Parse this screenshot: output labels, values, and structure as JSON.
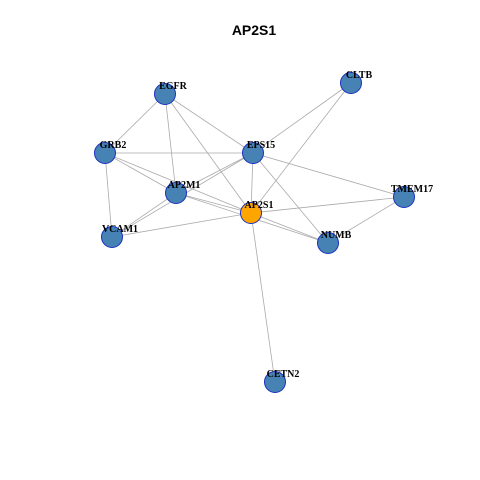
{
  "title": "AP2S1",
  "colors": {
    "default_node": "#4682b4",
    "focus_node": "#ffa500",
    "node_border": "#1a2fbf",
    "edge": "#aaaaaa"
  },
  "nodes": [
    {
      "id": "AP2S1",
      "label": "AP2S1",
      "focus": true
    },
    {
      "id": "EGFR",
      "label": "EGFR",
      "focus": false
    },
    {
      "id": "CLTB",
      "label": "CLTB",
      "focus": false
    },
    {
      "id": "GRB2",
      "label": "GRB2",
      "focus": false
    },
    {
      "id": "EPS15",
      "label": "EPS15",
      "focus": false
    },
    {
      "id": "AP2M1",
      "label": "AP2M1",
      "focus": false
    },
    {
      "id": "TMEM17",
      "label": "TMEM17",
      "focus": false
    },
    {
      "id": "VCAM1",
      "label": "VCAM1",
      "focus": false
    },
    {
      "id": "NUMB",
      "label": "NUMB",
      "focus": false
    },
    {
      "id": "CETN2",
      "label": "CETN2",
      "focus": false
    }
  ],
  "edges": [
    [
      "EGFR",
      "GRB2"
    ],
    [
      "EGFR",
      "EPS15"
    ],
    [
      "EGFR",
      "AP2M1"
    ],
    [
      "EGFR",
      "AP2S1"
    ],
    [
      "CLTB",
      "EPS15"
    ],
    [
      "CLTB",
      "AP2S1"
    ],
    [
      "GRB2",
      "EPS15"
    ],
    [
      "GRB2",
      "AP2M1"
    ],
    [
      "GRB2",
      "AP2S1"
    ],
    [
      "GRB2",
      "VCAM1"
    ],
    [
      "EPS15",
      "AP2M1"
    ],
    [
      "EPS15",
      "AP2S1"
    ],
    [
      "EPS15",
      "TMEM17"
    ],
    [
      "EPS15",
      "NUMB"
    ],
    [
      "EPS15",
      "VCAM1"
    ],
    [
      "AP2M1",
      "AP2S1"
    ],
    [
      "AP2M1",
      "VCAM1"
    ],
    [
      "AP2M1",
      "NUMB"
    ],
    [
      "AP2S1",
      "VCAM1"
    ],
    [
      "AP2S1",
      "NUMB"
    ],
    [
      "AP2S1",
      "CETN2"
    ],
    [
      "AP2S1",
      "TMEM17"
    ],
    [
      "TMEM17",
      "NUMB"
    ]
  ]
}
